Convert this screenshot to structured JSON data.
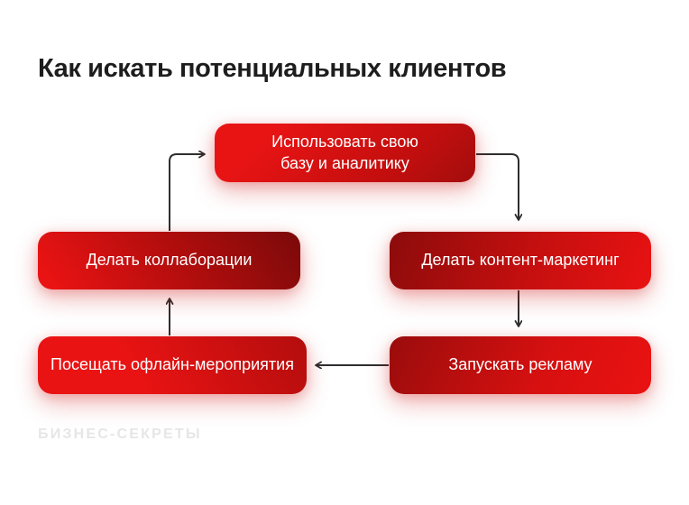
{
  "page": {
    "title": "Как искать потенциальных клиентов",
    "watermark": "БИЗНЕС-СЕКРЕТЫ",
    "background": "#ffffff"
  },
  "colors": {
    "red_bright": "#e91212",
    "red_dark": "#7b0a0a",
    "arrow": "#2e2e2e",
    "title_text": "#1d1d1d",
    "box_text": "#ffffff",
    "watermark_text": "#e6e6e8"
  },
  "diagram": {
    "type": "flowchart-cycle",
    "nodes": [
      {
        "id": "use-base",
        "label": "Использовать свою базу и аналитику",
        "lines": [
          "Использовать свою",
          "базу и аналитику"
        ]
      },
      {
        "id": "collaborations",
        "label": "Делать коллаборации"
      },
      {
        "id": "content-marketing",
        "label": "Делать контент-маркетинг"
      },
      {
        "id": "offline-events",
        "label": "Посещать офлайн-мероприятия"
      },
      {
        "id": "launch-ads",
        "label": "Запускать рекламу"
      }
    ],
    "edges": [
      {
        "from": "collaborations",
        "to": "use-base"
      },
      {
        "from": "use-base",
        "to": "content-marketing"
      },
      {
        "from": "content-marketing",
        "to": "launch-ads"
      },
      {
        "from": "launch-ads",
        "to": "offline-events"
      },
      {
        "from": "offline-events",
        "to": "collaborations"
      }
    ]
  }
}
